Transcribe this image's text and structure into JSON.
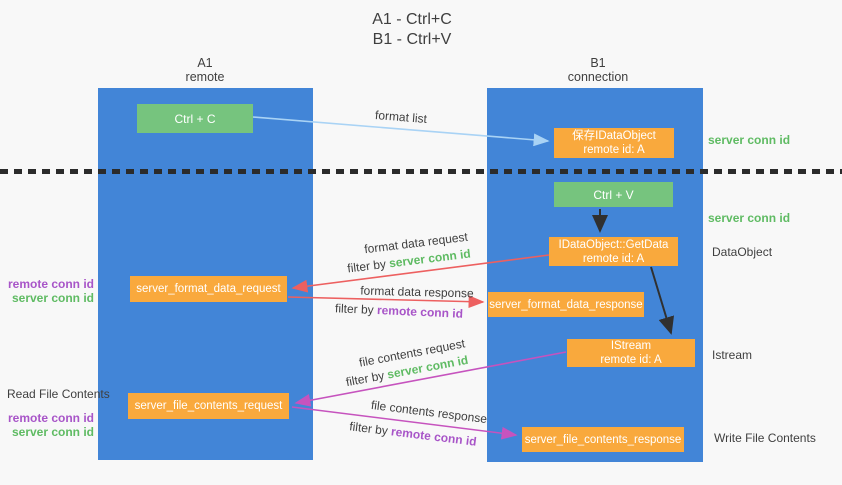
{
  "title": {
    "line1": "A1 - Ctrl+C",
    "line2": "B1 - Ctrl+V"
  },
  "columns": {
    "left": {
      "header_line1": "A1",
      "header_line2": "remote"
    },
    "right": {
      "header_line1": "B1",
      "header_line2": "connection"
    }
  },
  "nodes": {
    "ctrl_c": "Ctrl + C",
    "ctrl_v": "Ctrl + V",
    "save_idataobject": {
      "line1": "保存IDataObject",
      "line2": "remote id: A"
    },
    "getdata": {
      "line1": "IDataObject::GetData",
      "line2": "remote id: A"
    },
    "istream": {
      "line1": "IStream",
      "line2": "remote id: A"
    },
    "server_format_data_request": "server_format_data_request",
    "server_format_data_response": "server_format_data_response",
    "server_file_contents_request": "server_file_contents_request",
    "server_file_contents_response": "server_file_contents_response"
  },
  "arrow_labels": {
    "format_list": "format list",
    "format_data_request": "format data request",
    "format_data_response": "format data response",
    "file_contents_request": "file contents request",
    "file_contents_response": "file contents response",
    "filter_by": "filter by ",
    "server_conn_id": "server conn id",
    "remote_conn_id": "remote conn id"
  },
  "side_labels": {
    "server_conn_id_top": "server conn id",
    "server_conn_id_mid": "server conn id",
    "dataobject": "DataObject",
    "istream": "Istream",
    "read_file_contents": "Read File Contents",
    "write_file_contents": "Write File Contents",
    "remote_conn_id": "remote conn id",
    "server_conn_id": "server conn id"
  },
  "colors": {
    "column_blue": "#4285D7",
    "node_green": "#76C47E",
    "node_orange": "#F9A93D",
    "arrow_blue": "#A9D3F5",
    "arrow_red": "#ED6060",
    "arrow_magenta": "#C653BE",
    "arrow_black": "#303030",
    "label_green": "#5FBB63",
    "label_purple": "#A855C8",
    "text_dark": "#3F3F3F",
    "background": "#F8F8F8"
  }
}
